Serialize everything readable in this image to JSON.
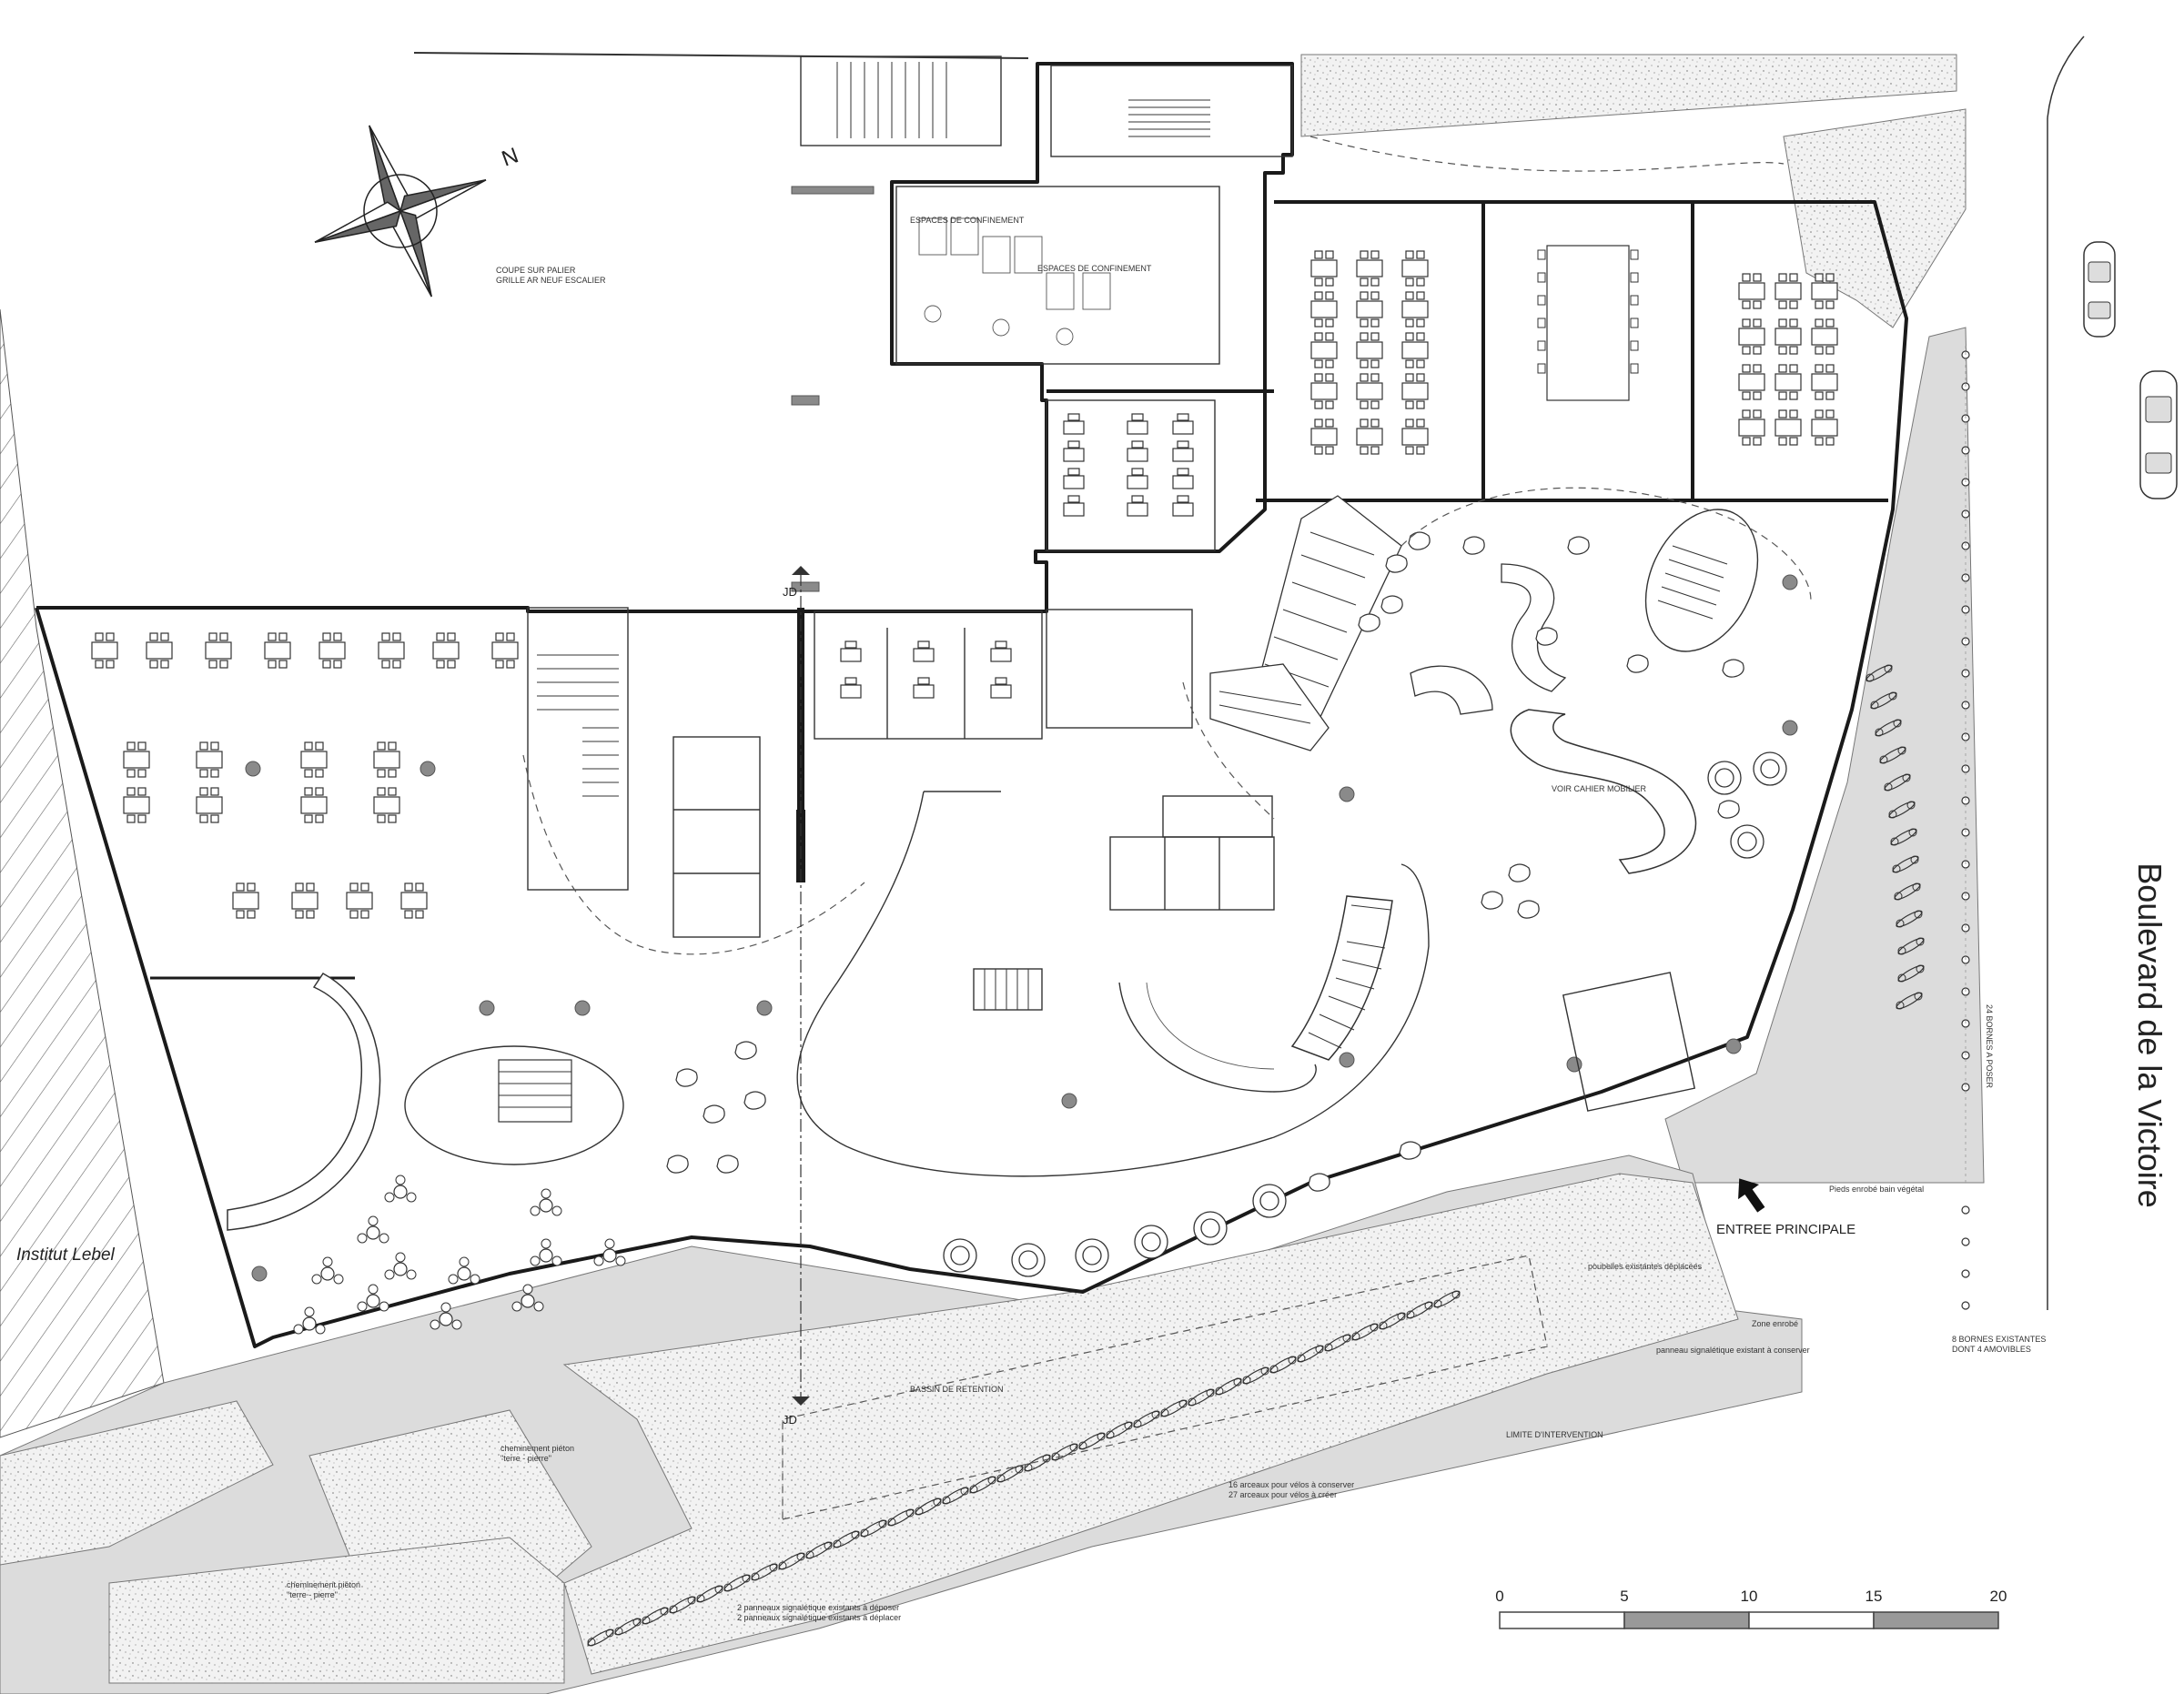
{
  "plan": {
    "street_label": "Boulevard de la Victoire",
    "neighbor_label": "Institut Lebel",
    "entrance_label": "ENTREE PRINCIPALE",
    "section_mark": "JD",
    "north_label": "N",
    "scale": {
      "ticks": [
        "0",
        "5",
        "10",
        "15",
        "20"
      ]
    },
    "annotations": {
      "stair_section": "COUPE SUR PALIER\nGRILLE AR NEUF ESCALIER",
      "containment_1": "ESPACES DE CONFINEMENT",
      "containment_2": "ESPACES DE CONFINEMENT",
      "see_furniture": "VOIR CAHIER MOBILIER",
      "bollards_to_install": "24 BORNES A POSER",
      "bollards_existing": "8 BORNES EXISTANTES\nDONT 4 AMOVIBLES",
      "retention": "BASSIN DE RETENTION",
      "intervention_limit": "LIMITE D'INTERVENTION",
      "path": "cheminement piéton\n\"terre - pierre\"",
      "path_2": "cheminement piéton\n\"terre - pierre\"",
      "bike_racks": "16 arceaux pour vélos à conserver\n27 arceaux pour vélos à créer",
      "signage_panels": "2 panneaux signalétique existants à déposer\n2 panneaux signalétique existants à déplacer",
      "signage_keep": "panneau signalétique existant à conserver",
      "green_zone": "Zone enrobé",
      "bins": "poubelles existantes déplacées",
      "planters": "Pieds enrobé bain végétal"
    }
  }
}
